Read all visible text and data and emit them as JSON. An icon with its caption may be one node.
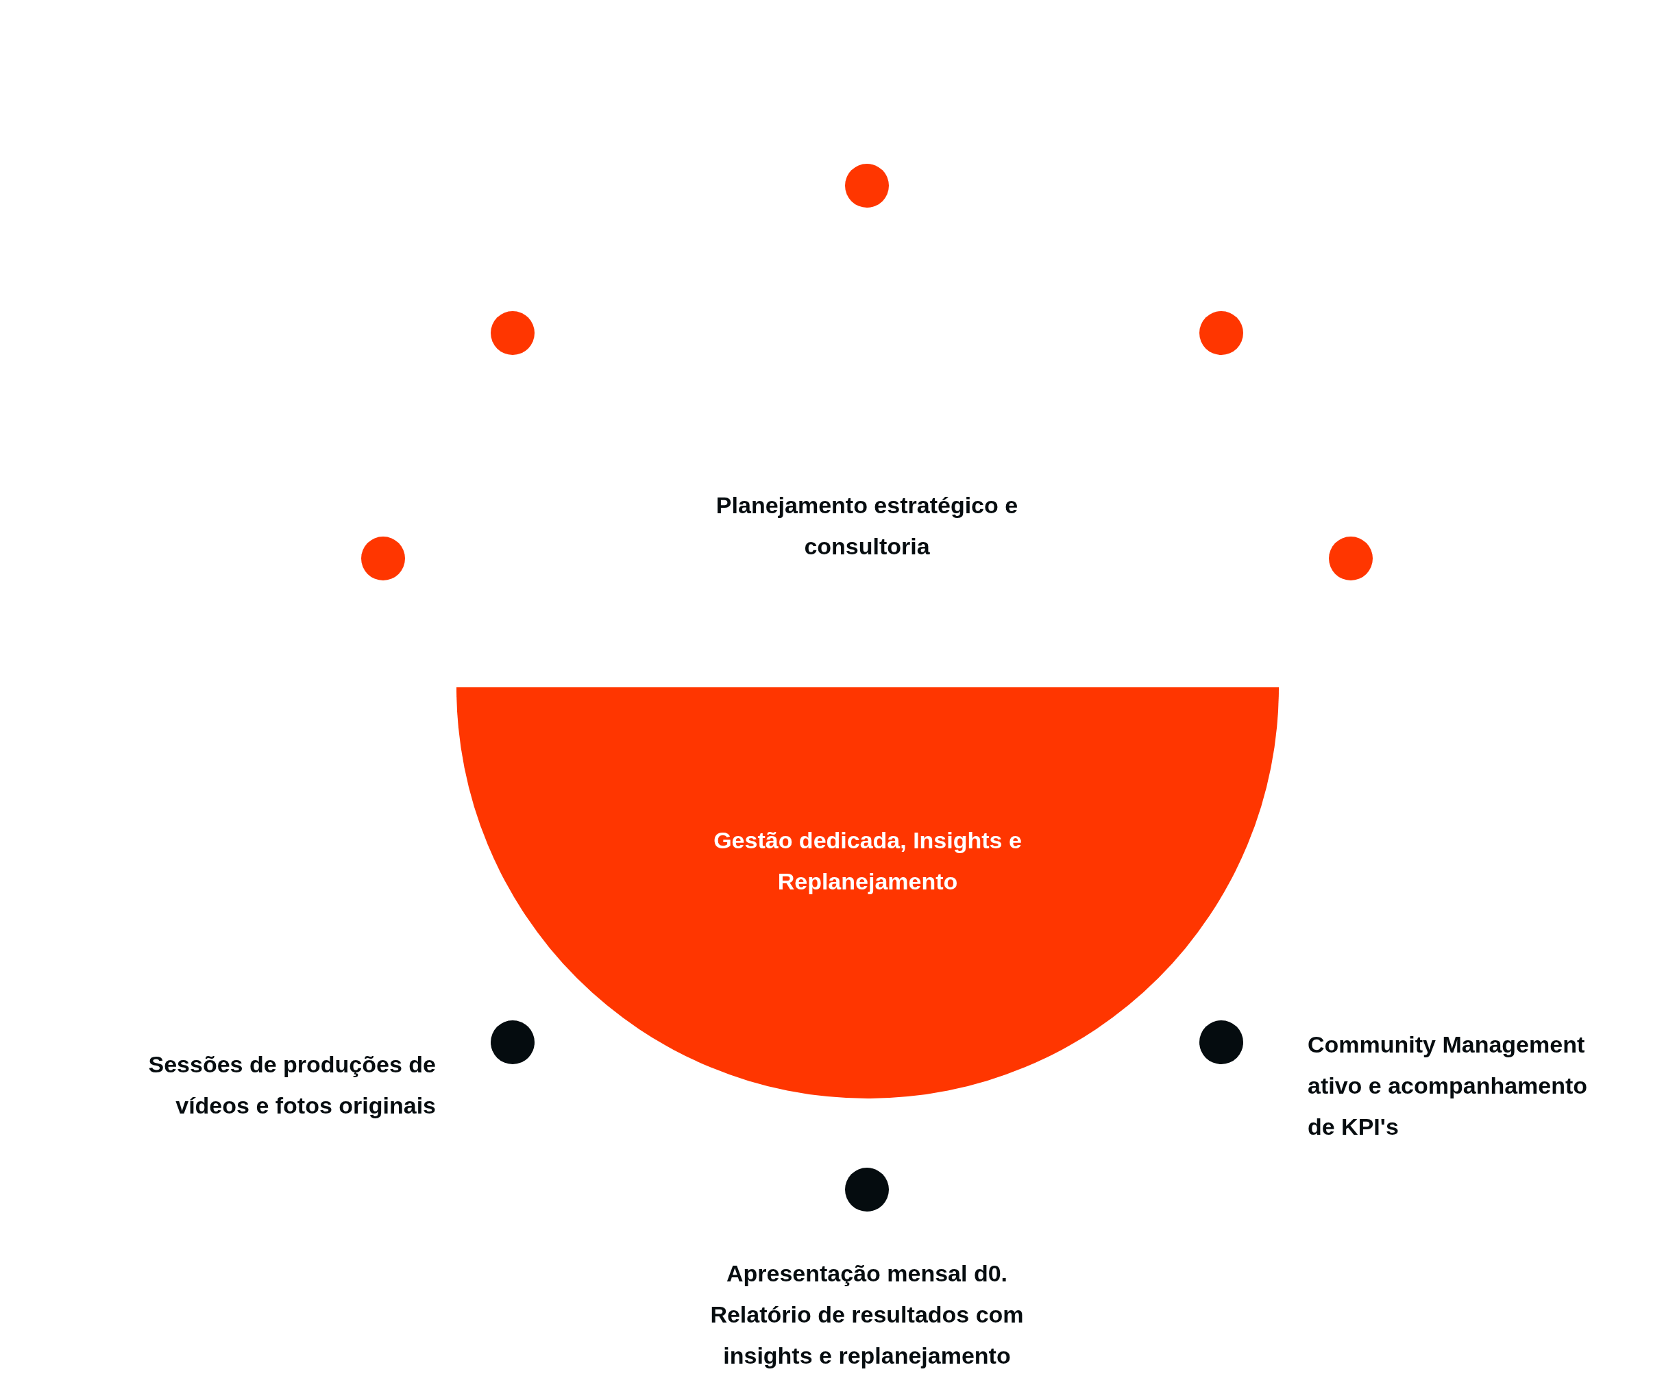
{
  "diagram": {
    "nodes": [
      {
        "text": [],
        "shape": "circle"
      },
      {
        "text": [],
        "shape": "circle"
      },
      {
        "text": [],
        "shape": "circle"
      },
      {
        "text": [],
        "shape": "circle"
      },
      {
        "text": [],
        "shape": "circle"
      },
      {
        "text": [
          "Gestão dedicada, Insights e Replanejamento"
        ]
      },
      {
        "text": [],
        "shape": "circle"
      },
      {
        "text": [],
        "shape": "circle"
      },
      {
        "text": [],
        "shape": "circle"
      }
    ],
    "edges": [],
    "labels": [
      "Planejamento estratégico e consultoria",
      "Sessões de produções de vídeos e fotos originais",
      "Community Management ativo e acompanhamento de KPI's",
      "Apresentação mensal d0. Relatório de resultados com insights e replanejamento"
    ]
  }
}
